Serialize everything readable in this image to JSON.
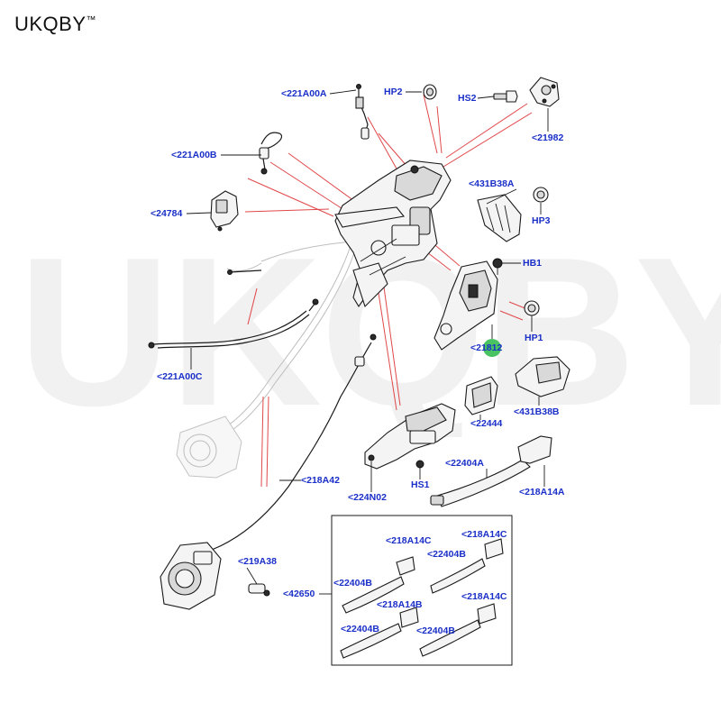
{
  "brand": {
    "name": "UKQBY",
    "tm": "™"
  },
  "watermark": "UKQBY™",
  "highlight_color": "#3fbf5a",
  "label_color": "#1a2fc8",
  "labels": {
    "221A00A": "<221A00A",
    "HP2": "HP2",
    "HS2": "HS2",
    "21982": "<21982",
    "221A00B": "<221A00B",
    "431B38A": "<431B38A",
    "24784": "<24784",
    "HP3": "HP3",
    "HB1": "HB1",
    "HP1": "HP1",
    "21812": "<21812",
    "221A00C": "<221A00C",
    "431B38B": "<431B38B",
    "22444": "<22444",
    "22404A": "<22404A",
    "HS1": "HS1",
    "218A42": "<218A42",
    "224N02": "<224N02",
    "218A14A": "<218A14A",
    "219A38": "<219A38",
    "42650": "<42650",
    "218A14C_1": "<218A14C",
    "218A14C_2": "<218A14C",
    "22404B_1": "<22404B",
    "22404B_2": "<22404B",
    "218A14B": "<218A14B",
    "218A14C_3": "<218A14C",
    "22404B_3": "<22404B",
    "22404B_4": "<22404B"
  }
}
